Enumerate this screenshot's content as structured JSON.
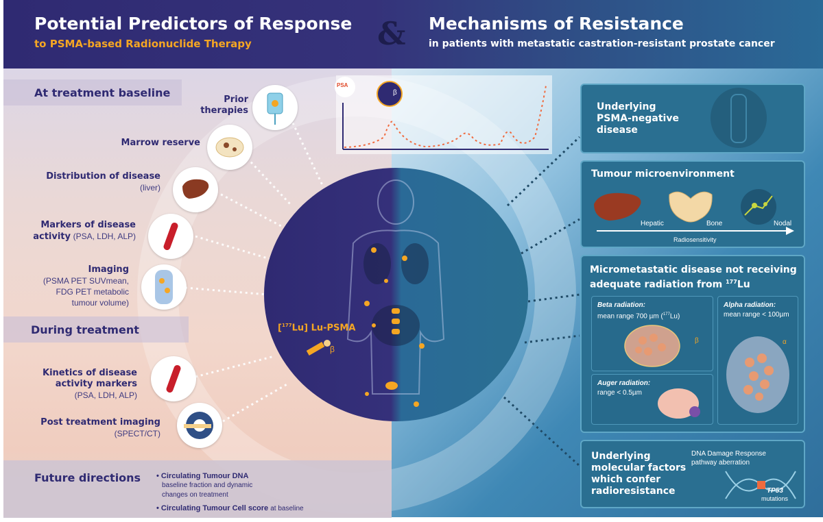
{
  "header": {
    "title_left": "Potential Predictors of Response",
    "subtitle_left": "to PSMA-based Radionuclide Therapy",
    "ampersand": "&",
    "title_right": "Mechanisms of Resistance",
    "subtitle_right": "in patients with metastatic castration-resistant prostate cancer"
  },
  "left": {
    "baseline_label": "At treatment baseline",
    "during_label": "During treatment",
    "predictors": [
      {
        "title": "Prior",
        "title2": "therapies",
        "sub": ""
      },
      {
        "title": "Marrow reserve",
        "sub": ""
      },
      {
        "title": "Distribution of disease",
        "sub": "(liver)"
      },
      {
        "title": "Markers of disease",
        "title2": "activity",
        "sub": "(PSA, LDH, ALP)"
      },
      {
        "title": "Imaging",
        "sub": "(PSMA PET SUVmean,",
        "sub2": "FDG PET metabolic",
        "sub3": "tumour volume)"
      },
      {
        "title": "Kinetics of disease",
        "title2": "activity markers",
        "sub": "(PSA, LDH, ALP)"
      },
      {
        "title": "Post treatment imaging",
        "sub": "(SPECT/CT)"
      }
    ],
    "future": {
      "label": "Future directions",
      "b1_title": "• Circulating Tumour DNA",
      "b1_sub1": "baseline fraction and dynamic",
      "b1_sub2": "changes on treatment",
      "b2_title": "• Circulating Tumour Cell score",
      "b2_sub": "at baseline"
    }
  },
  "center": {
    "psa_label": "PSA",
    "drug_prefix": "[",
    "drug_sup": "177",
    "drug_label": "Lu] Lu-PSMA",
    "beta_symbol": "β"
  },
  "right": {
    "box1": {
      "line1": "Underlying",
      "line2": "PSMA-negative",
      "line3": "disease"
    },
    "box2": {
      "title": "Tumour microenvironment",
      "hepatic": "Hepatic",
      "bone": "Bone",
      "nodal": "Nodal",
      "axis": "Radiosensitivity"
    },
    "box3": {
      "title1": "Micrometastatic disease not receiving",
      "title2": "adequate radiation from",
      "title2_sup": "177",
      "title2_end": "Lu",
      "beta_title": "Beta radiation:",
      "beta_range": "mean range 700 µm (",
      "beta_sup": "177",
      "beta_end": "Lu)",
      "alpha_title": "Alpha radiation:",
      "alpha_range": "mean range < 100µm",
      "auger_title": "Auger radiation:",
      "auger_range": "range < 0.5µm",
      "beta_symbol": "β",
      "alpha_symbol": "α"
    },
    "box4": {
      "line1": "Underlying",
      "line2": "molecular factors",
      "line3": "which confer",
      "line4": "radioresistance",
      "ddr1": "DNA Damage Response",
      "ddr2": "pathway aberration",
      "tp53": "TP53",
      "mutations": "mutations"
    }
  },
  "colors": {
    "navy": "#2f2a72",
    "orange": "#f5a623",
    "teal": "#2a6f91"
  }
}
